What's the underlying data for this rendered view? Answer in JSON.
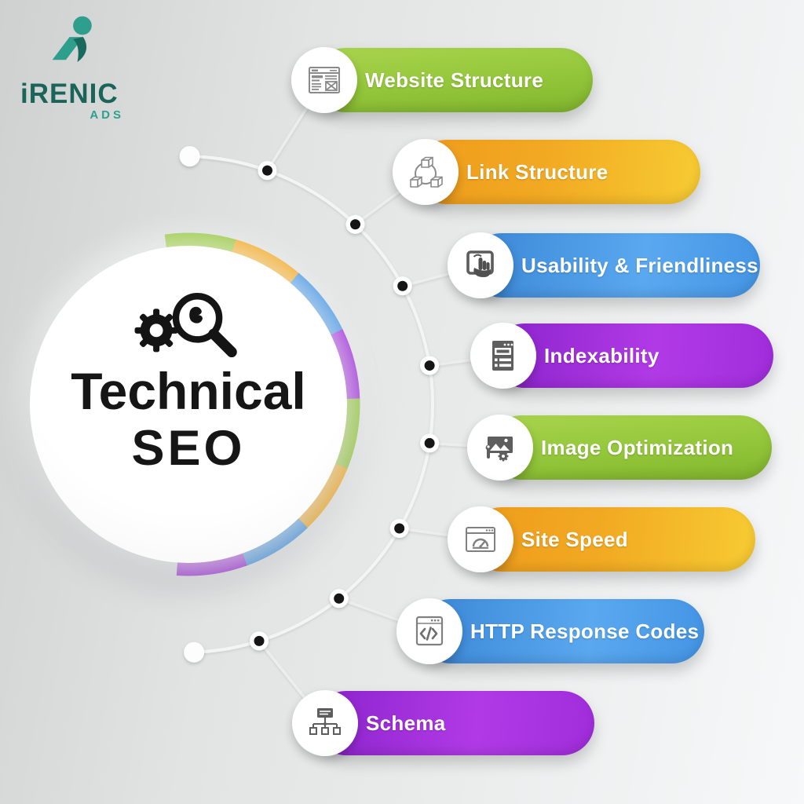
{
  "logo": {
    "name": "iRENIC",
    "sub": "ADS"
  },
  "center": {
    "line1": "Technical",
    "line2": "SEO",
    "icon": "gear-magnifier-icon"
  },
  "items": [
    {
      "label": "Website Structure",
      "color": "green",
      "icon": "website-structure-icon"
    },
    {
      "label": "Link Structure",
      "color": "orange",
      "icon": "link-structure-icon"
    },
    {
      "label": "Usability & Friendliness",
      "color": "blue",
      "icon": "usability-friendliness-icon"
    },
    {
      "label": "Indexability",
      "color": "purple",
      "icon": "indexability-icon"
    },
    {
      "label": "Image Optimization",
      "color": "green",
      "icon": "image-optimization-icon"
    },
    {
      "label": "Site Speed",
      "color": "orange",
      "icon": "site-speed-icon"
    },
    {
      "label": "HTTP Response Codes",
      "color": "blue",
      "icon": "http-response-codes-icon"
    },
    {
      "label": "Schema",
      "color": "purple",
      "icon": "schema-icon"
    }
  ],
  "palette": {
    "green": "#93c63a",
    "green-light": "#a9d44e",
    "green-dark": "#80b52d",
    "orange": "#f2a922",
    "orange-light": "#f6c831",
    "orange-dark": "#ee9c1c",
    "blue": "#4495e5",
    "blue-light": "#5aa8ef",
    "blue-dark": "#3a86d6",
    "purple": "#a02ddb",
    "purple-light": "#b13ae6",
    "purple-dark": "#8b23cc",
    "logo-teal": "#2f9f8d",
    "logo-dark-teal": "#1b6459",
    "title-color": "#161616"
  }
}
